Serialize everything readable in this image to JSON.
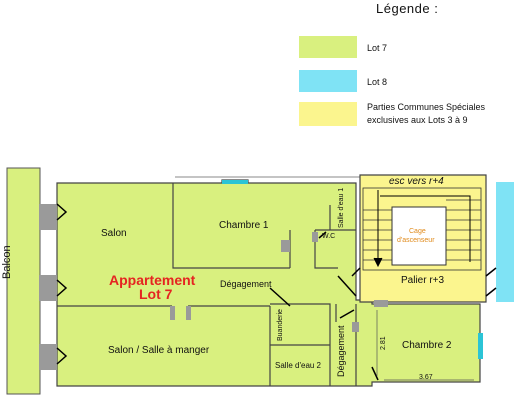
{
  "colors": {
    "lot7": "#d9f07f",
    "lot8": "#7fe3f5",
    "parties_communes": "#fbf58e",
    "wall": "#444444",
    "door": "#000000",
    "window": "#9a9a9a",
    "title_red": "#e52421",
    "cage_text": "#e08a1a"
  },
  "legend": {
    "title": "Légende :",
    "items": [
      {
        "label": "Lot 7",
        "color_key": "lot7",
        "icon": "green-swatch"
      },
      {
        "label": "Lot 8",
        "color_key": "lot8",
        "icon": "cyan-swatch"
      },
      {
        "label_line1": "Parties Communes Spéciales",
        "label_line2": "exclusives aux Lots 3 à 9",
        "color_key": "parties_communes",
        "icon": "yellow-swatch"
      }
    ]
  },
  "plan": {
    "title_line1": "Appartement",
    "title_line2": "Lot 7",
    "rooms": {
      "balcon": "Balcon",
      "salon": "Salon",
      "chambre1": "Chambre 1",
      "salle_eau1": "Salle d'eau 1",
      "wc": "W.C",
      "degagement1": "Dégagement",
      "salon_salle_a_manger": "Salon / Salle à manger",
      "buanderie": "Buanderie",
      "salle_eau2": "Salle d'eau  2",
      "degagement2": "Dégagement",
      "chambre2": "Chambre 2",
      "esc": "esc vers r+4",
      "cage_line1": "Cage",
      "cage_line2": "d'ascenseur",
      "palier": "Palier r+3"
    },
    "dimensions": {
      "height": "2.81",
      "width": "3.67"
    }
  }
}
